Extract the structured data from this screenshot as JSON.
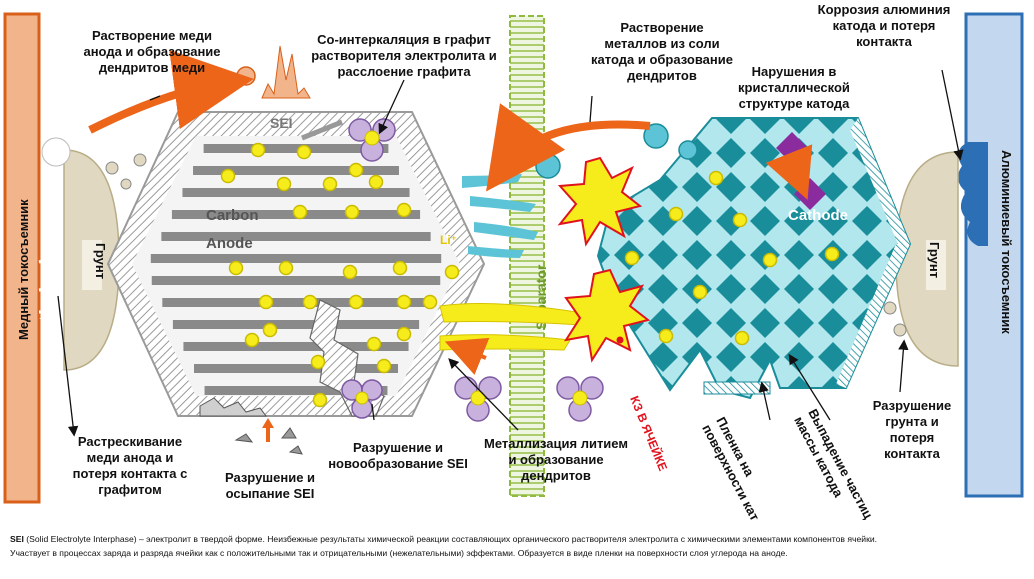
{
  "labels": {
    "copper_collector": "Медный токосъемник",
    "aluminum_collector": "Алюминиевый токосъемник",
    "primer_left": "Грунт",
    "primer_right": "Грунт",
    "sei": "SEI",
    "carbon": "Carbon",
    "anode": "Anode",
    "li_plus": "Li⁺",
    "separator": "Separator",
    "cathode": "Cathode",
    "short_circuit": "КЗ В ЯЧЕЙКЕ"
  },
  "annotations": {
    "copper_dissolution": [
      "Растворение меди",
      "анода и образование",
      "дендритов меди"
    ],
    "co_intercalation": [
      "Со-интеркаляция в графит",
      "растворителя электролита и",
      "расслоение графита"
    ],
    "metal_dissolution": [
      "Растворение",
      "металлов из соли",
      "катода и образование",
      "дендритов"
    ],
    "aluminum_corrosion": [
      "Коррозия алюминия",
      "катода и потеря",
      "контакта"
    ],
    "crystal_disorder": [
      "Нарушения в",
      "кристаллической",
      "структуре катода"
    ],
    "copper_cracking": [
      "Растрескивание",
      "меди анода и",
      "потеря контакта с",
      "графитом"
    ],
    "sei_flaking": [
      "Разрушение и",
      "осыпание SEI"
    ],
    "sei_reformation": [
      "Разрушение и",
      "новообразование SEI"
    ],
    "lithium_plating": [
      "Металлизация литием",
      "и образование",
      "дендритов"
    ],
    "cathode_film": [
      "Пленка на",
      "поверхности катода"
    ],
    "particle_loss": [
      "Выпадение частиц",
      "массы катода"
    ],
    "primer_destruction": [
      "Разрушение",
      "грунта и",
      "потеря",
      "контакта"
    ]
  },
  "caption": {
    "term": "SEI",
    "line1": " (Solid Electrolyte Interphase) – электролит в твердой форме. Неизбежные результаты химической реакции составляющих органического растворителя электролита с химическими элементами компонентов ячейки.",
    "line2": "Участвует в процессах заряда и разряда ячейки как с положительными так и отрицательными (нежелательными) эффектами. Образуется в виде пленки на поверхности слоя углерода на аноде."
  },
  "colors": {
    "copper_fill": "#f2b48a",
    "copper_border": "#d9601a",
    "aluminum_fill": "#c3d7ee",
    "aluminum_border": "#2d6fb4",
    "primer": "#e0d8c0",
    "arrow_orange": "#ec6519",
    "lithium_yellow": "#f7ec1b",
    "cathode_diamond": "#1a8d9a",
    "cathode_bg": "#b3e7ee",
    "separator_green": "#8fba3d",
    "short_red": "#e0121b"
  }
}
